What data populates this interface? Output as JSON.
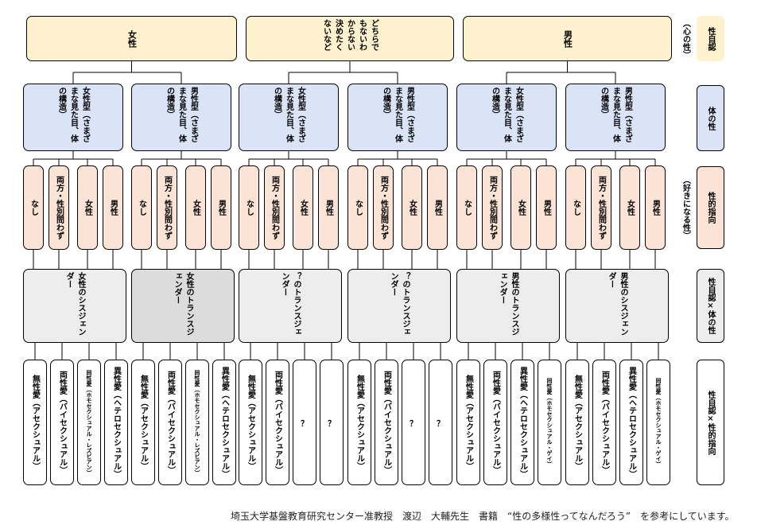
{
  "level1": [
    {
      "label": "女性",
      "color": "#fdf2cd"
    },
    {
      "label": "どちらでもないわからない決めたくないなど",
      "color": "#fdf2cd"
    },
    {
      "label": "男性",
      "color": "#fdf2cd"
    }
  ],
  "level2": [
    {
      "label": "女性型（さまざまな見た目、体の構造）"
    },
    {
      "label": "男性型（さまざまな見た目、体の構造）"
    },
    {
      "label": "女性型（さまざまな見た目、体の構造）"
    },
    {
      "label": "男性型（さまざまな見た目、体の構造）"
    },
    {
      "label": "女性型（さまざまな見た目、体の構造）"
    },
    {
      "label": "男性型（さまざまな見た目、体の構造）"
    }
  ],
  "level3_labels": [
    "なし",
    "両方・性別問わず",
    "女性",
    "男性"
  ],
  "level4": [
    {
      "label": "女性のシスジェンダー",
      "shade": "light"
    },
    {
      "label": "女性のトランスジェンダー",
      "shade": "dark"
    },
    {
      "label": "？のトランスジェンダー",
      "shade": "light"
    },
    {
      "label": "？のトランスジェンダー",
      "shade": "light"
    },
    {
      "label": "男性のトランスジェンダー",
      "shade": "light"
    },
    {
      "label": "男性のシスジェンダー",
      "shade": "light"
    }
  ],
  "level5": [
    [
      "無性愛（アセクシュアル）",
      "両性愛（バイセクシュアル）",
      "同性愛（ホモセクシュアル・レズビアン）",
      "異性愛（ヘテロセクシュアル）"
    ],
    [
      "無性愛（アセクシュアル）",
      "両性愛（バイセクシュアル）",
      "同性愛（ホモセクシュアル・レズビアン）",
      "異性愛（ヘテロセクシュアル）"
    ],
    [
      "無性愛（アセクシュアル）",
      "両性愛（バイセクシュアル）",
      "？",
      "？"
    ],
    [
      "無性愛（アセクシュアル）",
      "両性愛（バイセクシュアル）",
      "？",
      "？"
    ],
    [
      "無性愛（アセクシュアル）",
      "両性愛（バイセクシュアル）",
      "異性愛（ヘテロセクシュアル）",
      "同性愛（ホモセクシュアル・ゲイ）"
    ],
    [
      "無性愛（アセクシュアル）",
      "両性愛（バイセクシュアル）",
      "異性愛（ヘテロセクシュアル）",
      "同性愛（ホモセクシュアル・ゲイ）"
    ]
  ],
  "categories": [
    {
      "label": "性自認",
      "note": "（心の性）",
      "color": "#fdf2cd"
    },
    {
      "label": "体の性",
      "note": "",
      "color": "#dbe4f7"
    },
    {
      "label": "性的指向",
      "note": "（好きになる性）",
      "color": "#fbe3d5"
    },
    {
      "label": "性自認×体の性",
      "note": "",
      "color": "#ededed"
    },
    {
      "label": "性自認×性的指向",
      "note": "",
      "color": "#ffffff"
    }
  ],
  "footer": "埼玉大学基盤教育研究センター准教授　渡辺　大輔先生　書籍　“性の多様性ってなんだろう”　を参考にしています。"
}
